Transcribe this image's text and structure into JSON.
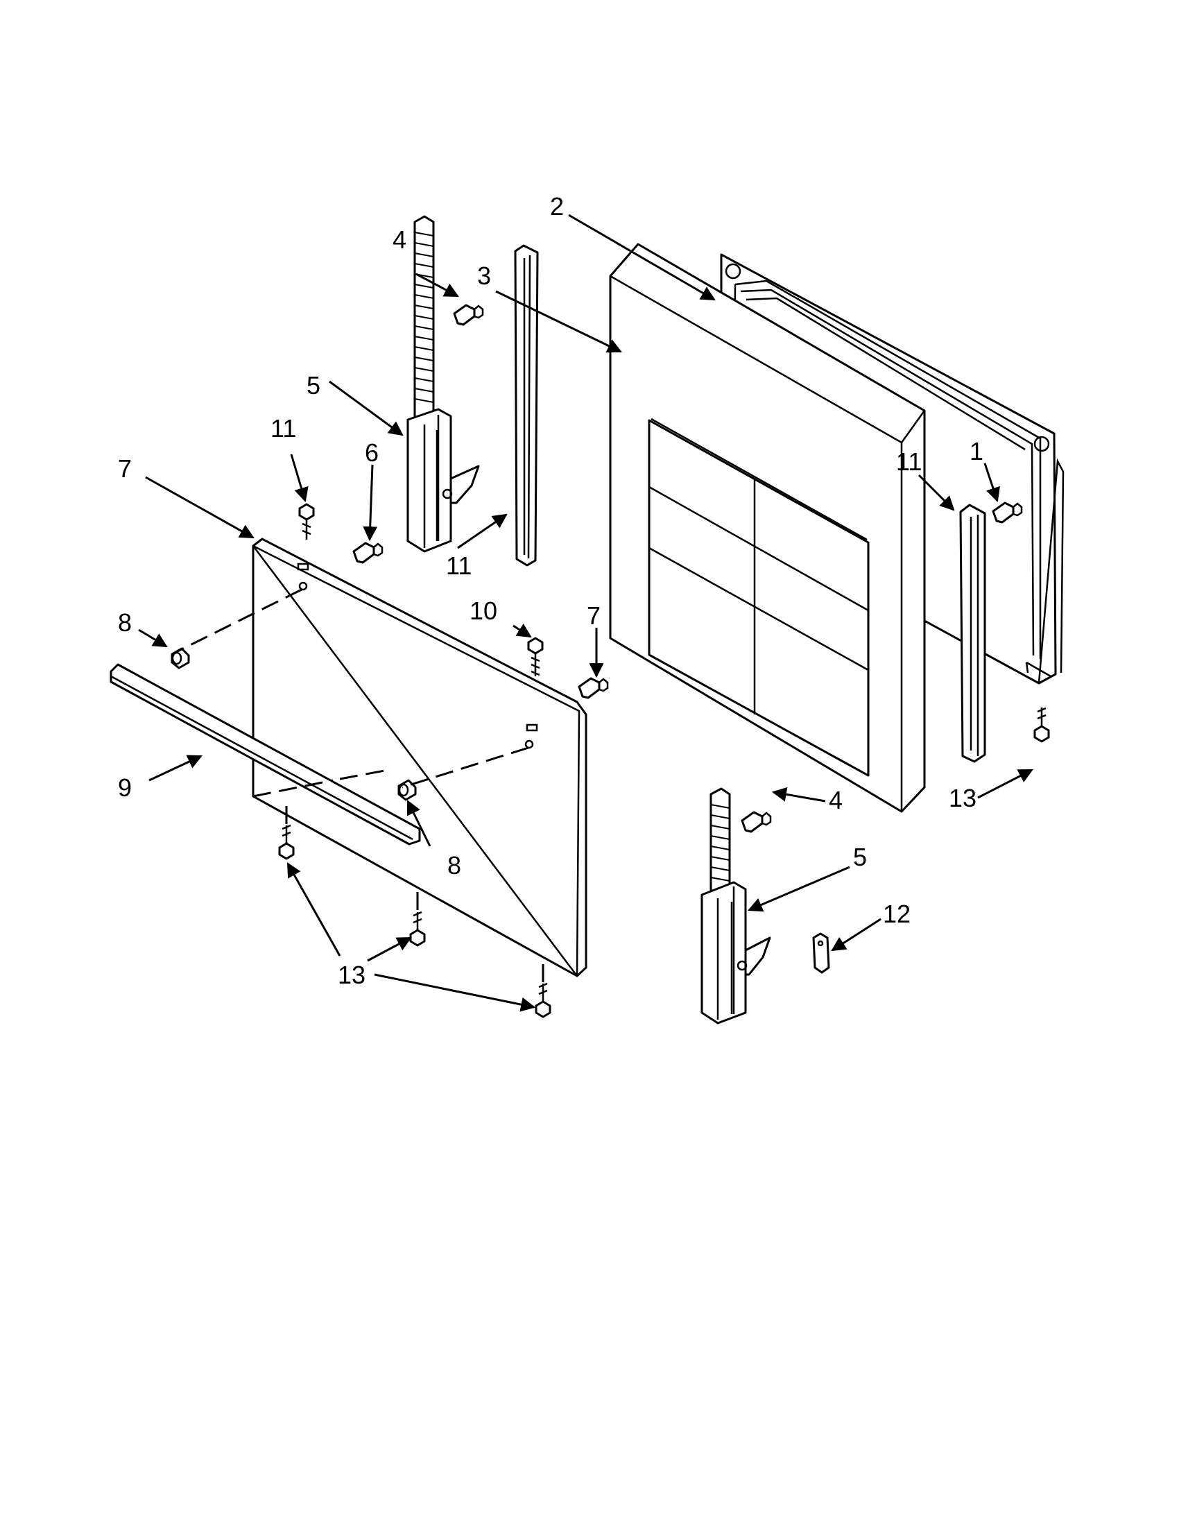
{
  "callouts": {
    "c1": "1",
    "c2": "2",
    "c3": "3",
    "c4a": "4",
    "c4b": "4",
    "c5a": "5",
    "c5b": "5",
    "c6": "6",
    "c7a": "7",
    "c7b": "7",
    "c8a": "8",
    "c8b": "8",
    "c9": "9",
    "c10": "10",
    "c11a": "11",
    "c11b": "11",
    "c11c": "11",
    "c12": "12",
    "c13a": "13",
    "c13b": "13"
  }
}
